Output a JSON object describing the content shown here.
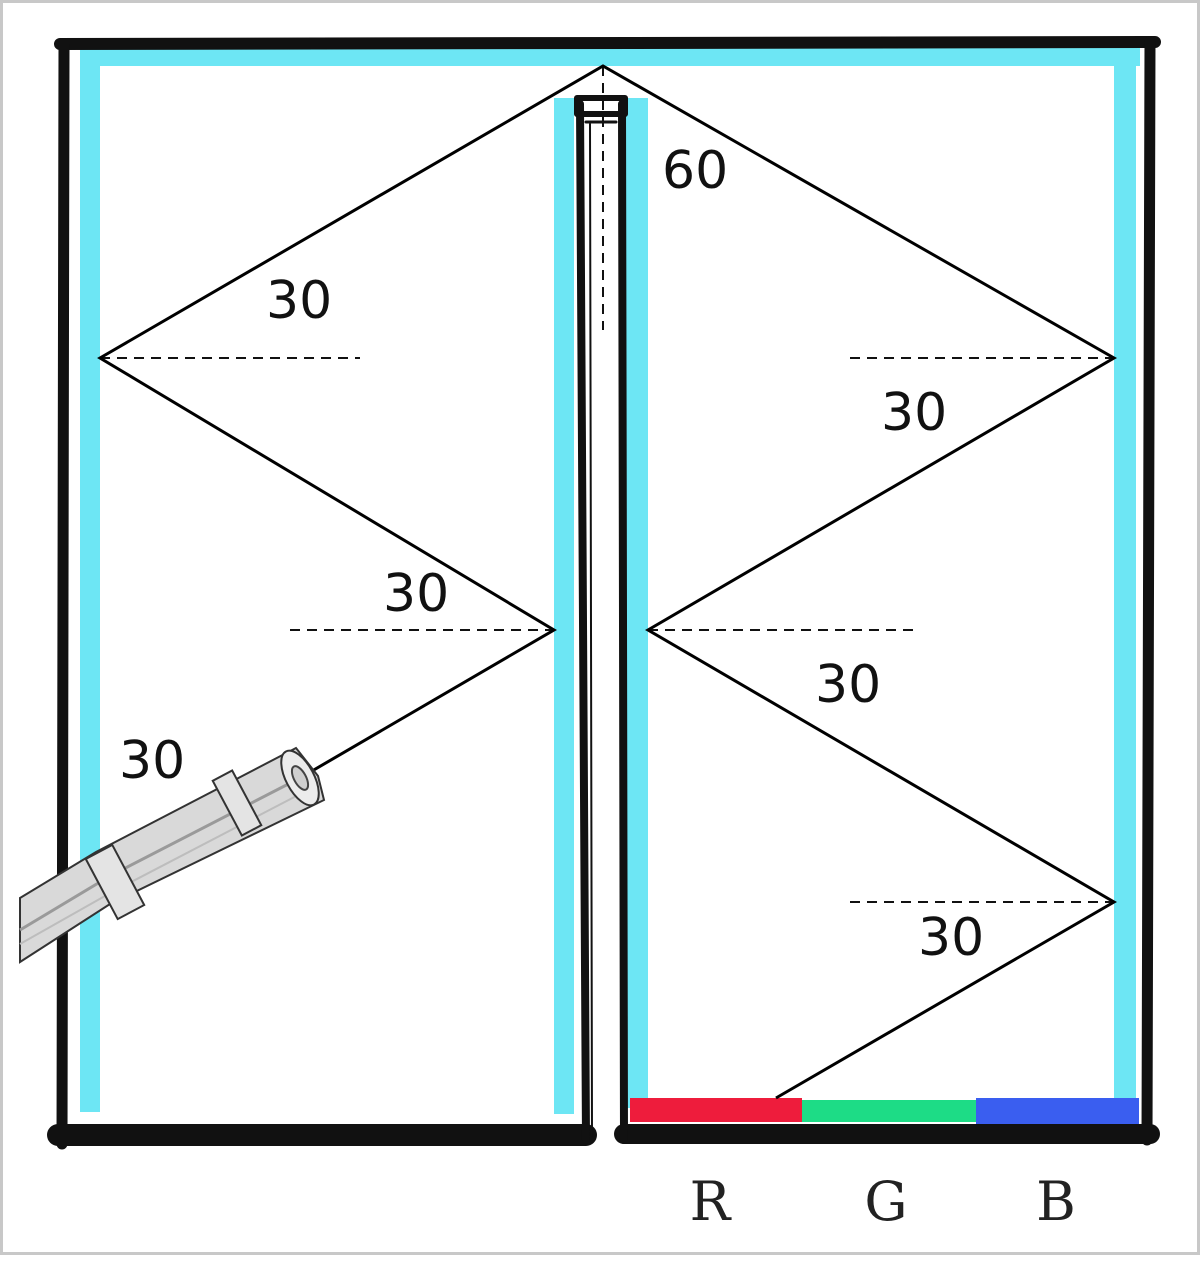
{
  "angles": {
    "apex": "60",
    "left_upper": "30",
    "left_middle": "30",
    "left_cannon": "30",
    "right_upper": "30",
    "right_middle": "30",
    "right_lower": "30"
  },
  "sensors": [
    {
      "label": "R",
      "color": "#ee1c3c"
    },
    {
      "label": "G",
      "color": "#1ddc86"
    },
    {
      "label": "B",
      "color": "#3a5ef0"
    }
  ],
  "colors": {
    "wall_outline": "#111111",
    "mirror": "#6de6f4",
    "ray": "#000000",
    "cannon": "#d9d9d9"
  },
  "icons": {
    "cannon": "cannon-icon"
  }
}
